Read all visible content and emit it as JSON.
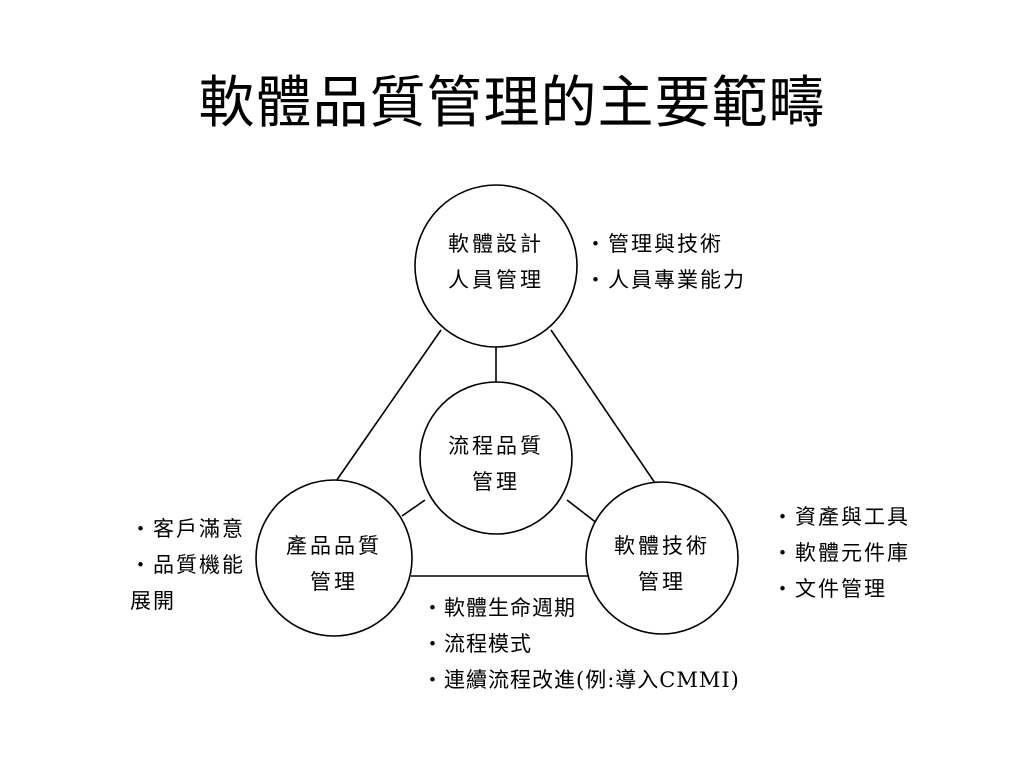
{
  "title": "軟體品質管理的主要範疇",
  "colors": {
    "line": "#000000",
    "background": "#ffffff"
  },
  "nodes": {
    "design": [
      "軟體設計",
      "人員管理"
    ],
    "process": [
      "流程品質",
      "管理"
    ],
    "product": [
      "產品品質",
      "管理"
    ],
    "tech": [
      "軟體技術",
      "管理"
    ]
  },
  "notes": {
    "design": [
      "‧管理與技術",
      "‧人員專業能力"
    ],
    "product": [
      "‧客戶滿意",
      "‧品質機能",
      "展開"
    ],
    "tech": [
      "‧資產與工具",
      "‧軟體元件庫",
      "‧文件管理"
    ],
    "process": [
      "‧軟體生命週期",
      "‧流程模式",
      "‧連續流程改進(例:導入CMMI)"
    ]
  }
}
